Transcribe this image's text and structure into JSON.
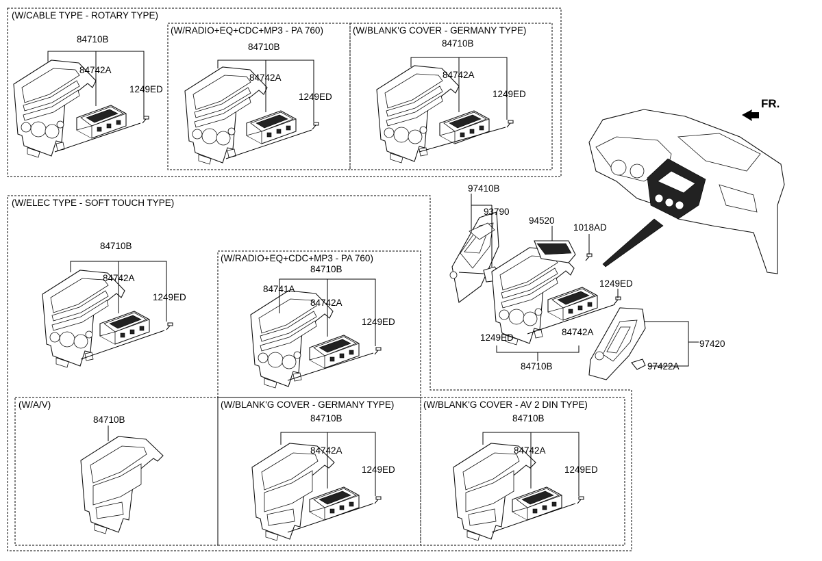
{
  "sections": {
    "cable_rotary": "(W/CABLE TYPE - ROTARY TYPE)",
    "radio_pa760_top": "(W/RADIO+EQ+CDC+MP3 - PA 760)",
    "blank_germany_top": "(W/BLANK'G COVER - GERMANY TYPE)",
    "elec_soft_touch": "(W/ELEC TYPE - SOFT TOUCH TYPE)",
    "radio_pa760_mid": "(W/RADIO+EQ+CDC+MP3 - PA 760)",
    "av": "(W/A/V)",
    "blank_germany_bottom": "(W/BLANK'G COVER - GERMANY TYPE)",
    "blank_av2din": "(W/BLANK'G COVER - AV 2 DIN TYPE)"
  },
  "direction": "FR.",
  "parts": {
    "p84710B": "84710B",
    "p84742A": "84742A",
    "p84741A": "84741A",
    "p1249ED": "1249ED",
    "p97410B": "97410B",
    "p93790": "93790",
    "p94520": "94520",
    "p1018AD": "1018AD",
    "p97420": "97420",
    "p97422A": "97422A"
  }
}
